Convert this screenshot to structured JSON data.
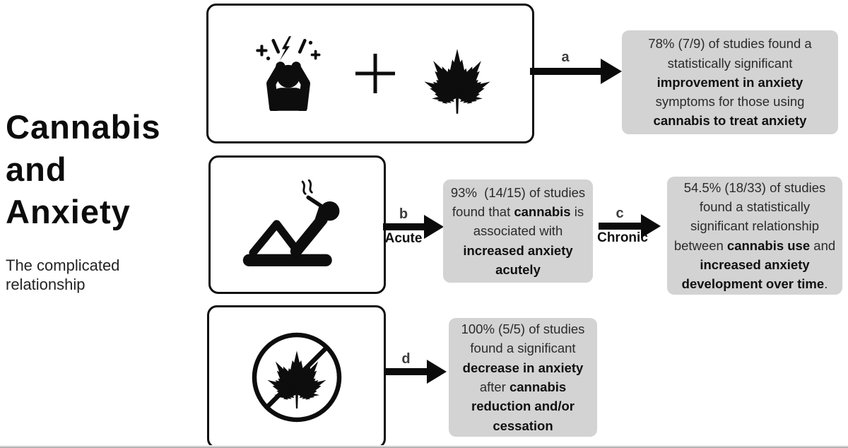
{
  "title": {
    "line1": "Cannabis",
    "line2": "and",
    "line3": "Anxiety",
    "subtitle": "The complicated relationship"
  },
  "colors": {
    "background": "#ffffff",
    "panel_border": "#0f0f0f",
    "result_box_bg": "#d3d3d3",
    "arrow_ink": "#0b0b0b",
    "arrow_letter": "#3d3d3d",
    "body_text": "#2b2b2b",
    "bold_text": "#101010"
  },
  "panels": {
    "treatment": {
      "icons": [
        "stressed-person",
        "plus",
        "cannabis-leaf"
      ]
    },
    "use": {
      "icons": [
        "smoking-person"
      ]
    },
    "cessation": {
      "icons": [
        "no-cannabis"
      ]
    }
  },
  "arrows": {
    "a": {
      "label": "a",
      "sublabel": ""
    },
    "b": {
      "label": "b",
      "sublabel": "Acute"
    },
    "c": {
      "label": "c",
      "sublabel": "Chronic"
    },
    "d": {
      "label": "d",
      "sublabel": ""
    }
  },
  "results": {
    "treatment": {
      "lines": [
        [
          {
            "t": "78% (7/9) of studies found a"
          }
        ],
        [
          {
            "t": "statistically significant"
          }
        ],
        [
          {
            "t": "improvement in anxiety",
            "b": true
          }
        ],
        [
          {
            "t": "symptoms for those using"
          }
        ],
        [
          {
            "t": "cannabis to treat anxiety",
            "b": true
          }
        ]
      ]
    },
    "acute": {
      "lines": [
        [
          {
            "t": "93%  (14/15) of studies"
          }
        ],
        [
          {
            "t": "found that "
          },
          {
            "t": "cannabis",
            "b": true
          },
          {
            "t": " is"
          }
        ],
        [
          {
            "t": "associated with"
          }
        ],
        [
          {
            "t": "increased anxiety",
            "b": true
          }
        ],
        [
          {
            "t": "acutely",
            "b": true
          }
        ]
      ]
    },
    "chronic": {
      "lines": [
        [
          {
            "t": "54.5% (18/33) of studies"
          }
        ],
        [
          {
            "t": "found a statistically"
          }
        ],
        [
          {
            "t": "significant relationship"
          }
        ],
        [
          {
            "t": "between "
          },
          {
            "t": "cannabis use",
            "b": true
          },
          {
            "t": " and"
          }
        ],
        [
          {
            "t": "increased anxiety",
            "b": true
          }
        ],
        [
          {
            "t": "development over time",
            "b": true
          },
          {
            "t": "."
          }
        ]
      ]
    },
    "cessation": {
      "lines": [
        [
          {
            "t": "100% (5/5) of studies"
          }
        ],
        [
          {
            "t": "found a significant"
          }
        ],
        [
          {
            "t": "decrease in anxiety",
            "b": true
          }
        ],
        [
          {
            "t": "after "
          },
          {
            "t": "cannabis",
            "b": true
          }
        ],
        [
          {
            "t": "reduction and/or",
            "b": true
          }
        ],
        [
          {
            "t": "cessation",
            "b": true
          }
        ]
      ]
    }
  }
}
